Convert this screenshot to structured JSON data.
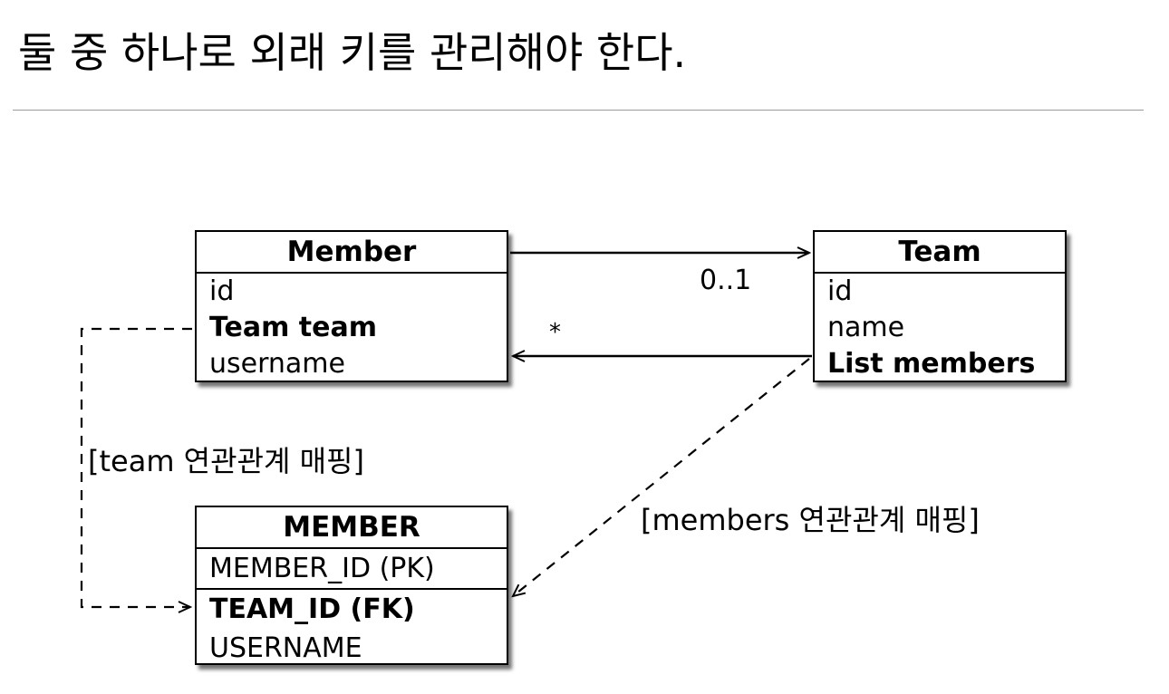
{
  "title": "둘 중 하나로 외래 키를 관리해야 한다.",
  "member_entity": {
    "name": "Member",
    "fields": [
      "id",
      "Team team",
      "username"
    ]
  },
  "team_entity": {
    "name": "Team",
    "fields": [
      "id",
      "name",
      "List members"
    ]
  },
  "member_table": {
    "name": "MEMBER",
    "columns": [
      "MEMBER_ID (PK)",
      "TEAM_ID (FK)",
      "USERNAME"
    ]
  },
  "multiplicity": {
    "to_team": "0..1",
    "to_member": "*"
  },
  "mapping_labels": {
    "team": "[team 연관관계 매핑]",
    "members": "[members 연관관계 매핑]"
  }
}
